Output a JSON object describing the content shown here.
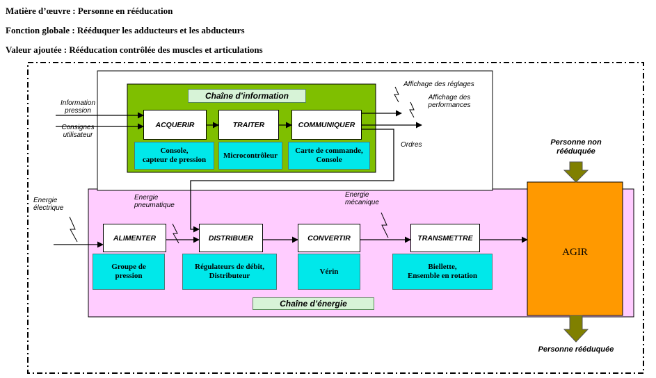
{
  "header": {
    "matiere": "Matière d’œuvre : Personne en rééducation",
    "fonction": "Fonction globale : Rééduquer les adducteurs et les abducteurs",
    "valeur": "Valeur ajoutée : Rééducation contrôlée des muscles et articulations"
  },
  "info_chain": {
    "title": "Chaîne d’information",
    "inputs": {
      "information": "Information\npression",
      "consignes": "Consignes\nutilisateur"
    },
    "blocks": {
      "acquerir": "ACQUERIR",
      "traiter": "TRAITER",
      "communiquer": "COMMUNIQUER"
    },
    "supports": {
      "acquerir": "Console,\ncapteur de pression",
      "traiter": "Microcontrôleur",
      "communiquer": "Carte de commande,\nConsole"
    },
    "outputs": {
      "reglages": "Affichage des réglages",
      "performances": "Affichage des\nperformances",
      "ordres": "Ordres"
    }
  },
  "energy_chain": {
    "title": "Chaîne d’énergie",
    "labels": {
      "electrique": "Energie\nélectrique",
      "pneumatique": "Energie\npneumatique",
      "mecanique": "Energie\nmécanique"
    },
    "blocks": {
      "alimenter": "ALIMENTER",
      "distribuer": "DISTRIBUER",
      "convertir": "CONVERTIR",
      "transmettre": "TRANSMETTRE"
    },
    "supports": {
      "alimenter": "Groupe de\npression",
      "distribuer": "Régulateurs de débit,\nDistributeur",
      "convertir": "Vérin",
      "transmettre": "Biellette,\nEnsemble en rotation"
    }
  },
  "agir": {
    "label": "AGIR",
    "input": "Personne non\nrééduquée",
    "output": "Personne rééduquée"
  },
  "colors": {
    "info_bg": "#7fbf00",
    "energy_bg": "#ffccff",
    "support_bg": "#00e8ea",
    "agir_bg": "#ff9900",
    "agir_arrow": "#808000"
  }
}
